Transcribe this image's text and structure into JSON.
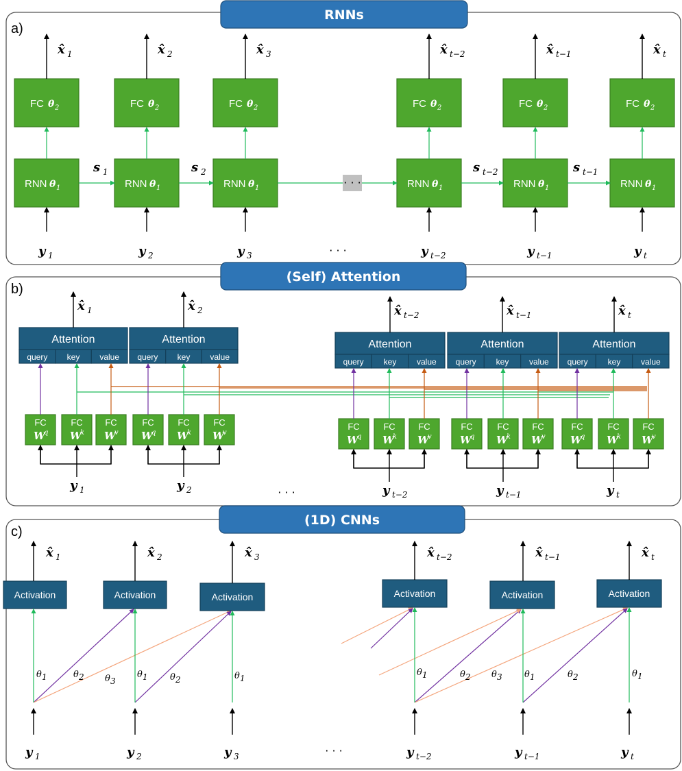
{
  "panels": {
    "a": {
      "banner": "RNNs",
      "label": "a)"
    },
    "b": {
      "banner": "(Self) Attention",
      "label": "b)"
    },
    "c": {
      "banner": "(1D) CNNs",
      "label": "c)"
    }
  },
  "rnn": {
    "fc_label": "FC",
    "fc_param": "θ",
    "fc_param_sub": "2",
    "rnn_label": "RNN",
    "rnn_param": "θ",
    "rnn_param_sub": "1",
    "connector_dots": "· · ·",
    "bottom_dots": "· · ·",
    "outputs": [
      {
        "main": "x̂",
        "sub": "1"
      },
      {
        "main": "x̂",
        "sub": "2"
      },
      {
        "main": "x̂",
        "sub": "3"
      },
      {
        "main": "x̂",
        "sub": "t−2"
      },
      {
        "main": "x̂",
        "sub": "t−1"
      },
      {
        "main": "x̂",
        "sub": "t"
      }
    ],
    "inputs": [
      {
        "main": "y",
        "sub": "1"
      },
      {
        "main": "y",
        "sub": "2"
      },
      {
        "main": "y",
        "sub": "3"
      },
      {
        "main": "y",
        "sub": "t−2"
      },
      {
        "main": "y",
        "sub": "t−1"
      },
      {
        "main": "y",
        "sub": "t"
      }
    ],
    "states": [
      {
        "main": "s",
        "sub": "1"
      },
      {
        "main": "s",
        "sub": "2"
      },
      {
        "main": "s",
        "sub": "t−2"
      },
      {
        "main": "s",
        "sub": "t−1"
      }
    ]
  },
  "attention": {
    "block_title": "Attention",
    "query": "query",
    "key": "key",
    "value": "value",
    "fc": "FC",
    "w": "W",
    "wq_sup": "q",
    "wk_sup": "k",
    "wv_sup": "v",
    "bottom_dots": "· · ·",
    "outputs": [
      {
        "main": "x̂",
        "sub": "1"
      },
      {
        "main": "x̂",
        "sub": "2"
      },
      {
        "main": "x̂",
        "sub": "t−2"
      },
      {
        "main": "x̂",
        "sub": "t−1"
      },
      {
        "main": "x̂",
        "sub": "t"
      }
    ],
    "inputs": [
      {
        "main": "y",
        "sub": "1"
      },
      {
        "main": "y",
        "sub": "2"
      },
      {
        "main": "y",
        "sub": "t−2"
      },
      {
        "main": "y",
        "sub": "t−1"
      },
      {
        "main": "y",
        "sub": "t"
      }
    ]
  },
  "cnn": {
    "activation": "Activation",
    "theta": "θ",
    "bottom_dots": "· · ·",
    "outputs": [
      {
        "main": "x̂",
        "sub": "1"
      },
      {
        "main": "x̂",
        "sub": "2"
      },
      {
        "main": "x̂",
        "sub": "3"
      },
      {
        "main": "x̂",
        "sub": "t−2"
      },
      {
        "main": "x̂",
        "sub": "t−1"
      },
      {
        "main": "x̂",
        "sub": "t"
      }
    ],
    "inputs": [
      {
        "main": "y",
        "sub": "1"
      },
      {
        "main": "y",
        "sub": "2"
      },
      {
        "main": "y",
        "sub": "3"
      },
      {
        "main": "y",
        "sub": "t−2"
      },
      {
        "main": "y",
        "sub": "t−1"
      },
      {
        "main": "y",
        "sub": "t"
      }
    ],
    "weights": [
      {
        "sub": "1"
      },
      {
        "sub": "2"
      },
      {
        "sub": "3"
      },
      {
        "sub": "1"
      },
      {
        "sub": "2"
      },
      {
        "sub": "1"
      },
      {
        "sub": "1"
      },
      {
        "sub": "2"
      },
      {
        "sub": "3"
      },
      {
        "sub": "1"
      },
      {
        "sub": "2"
      },
      {
        "sub": "1"
      }
    ]
  },
  "colors": {
    "green_block": "#4ea72e",
    "navy_block": "#1f5c7f",
    "banner": "#2e75b6",
    "arrow_green": "#1fba5a",
    "arrow_purple": "#7030a0",
    "arrow_orange": "#c55a11",
    "arrow_light_orange": "#f4a57c",
    "ellipsis_box": "#c0c0c0"
  }
}
